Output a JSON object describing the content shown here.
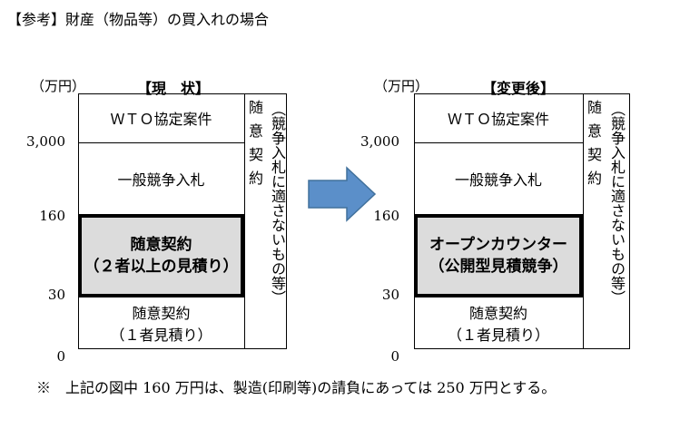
{
  "title": "【参考】財産（物品等）の買入れの場合",
  "unit": "（万円）",
  "ticks": {
    "t3000": "3,000",
    "t160": "160",
    "t30": "30",
    "t0": "0"
  },
  "left": {
    "heading": "【現　状】",
    "wto": "ＷＴＯ協定案件",
    "general": "一般競争入札",
    "bold_line1": "随意契約",
    "bold_line2": "（２者以上の見積り）",
    "bottom_line1": "随意契約",
    "bottom_line2": "（１者見積り）",
    "side_label": "随意契約",
    "side_note": "（競争入札に適さないもの等）"
  },
  "right": {
    "heading": "【変更後】",
    "wto": "ＷＴＯ協定案件",
    "general": "一般競争入札",
    "bold_line1": "オープンカウンター",
    "bold_line2": "（公開型見積競争）",
    "bottom_line1": "随意契約",
    "bottom_line2": "（１者見積り）",
    "side_label": "随意契約",
    "side_note": "（競争入札に適さないもの等）"
  },
  "footnote": "※　上記の図中 160 万円は、製造(印刷等)の請負にあっては 250 万円とする。",
  "colors": {
    "box_fill": "#dcdcdc",
    "arrow_fill": "#5b8fc9",
    "arrow_stroke": "#41719c"
  },
  "icons": {
    "arrow": "right-arrow-icon"
  }
}
